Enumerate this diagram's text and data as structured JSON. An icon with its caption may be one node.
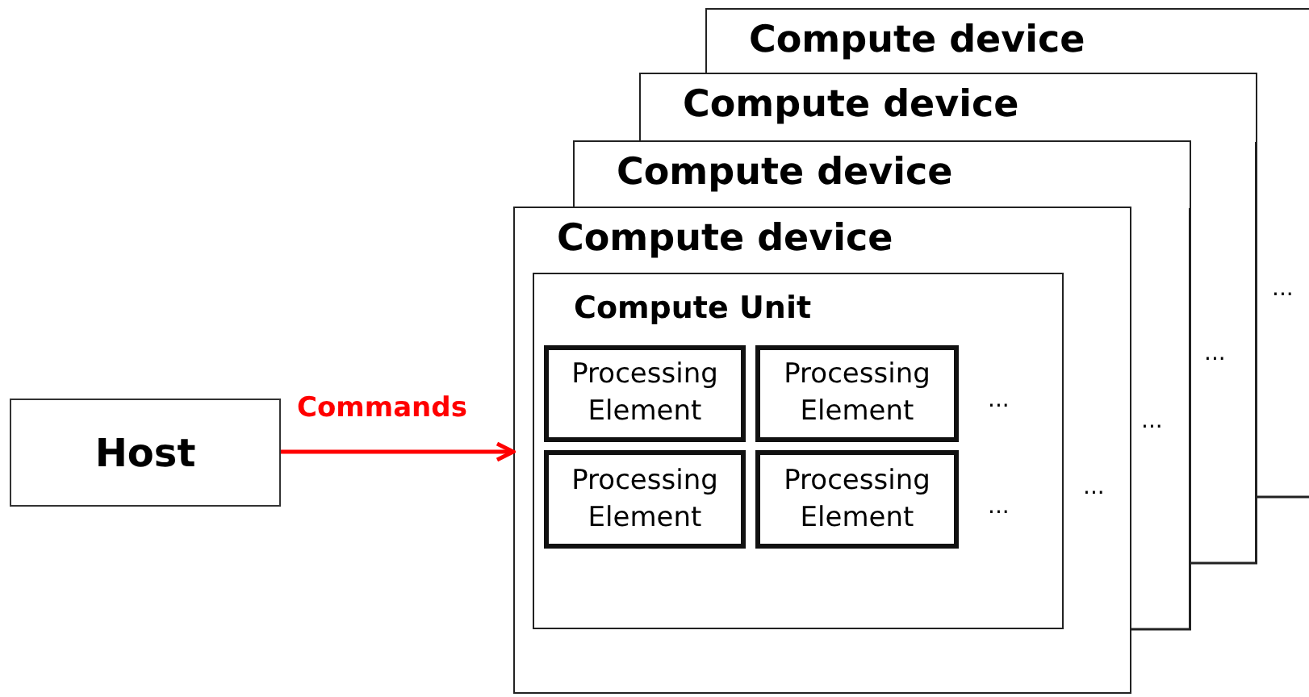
{
  "diagram": {
    "nodes": [
      {
        "text": [
          "Host"
        ]
      },
      {
        "text": [
          "Compute device"
        ]
      },
      {
        "text": [
          "Compute device"
        ]
      },
      {
        "text": [
          "Compute device"
        ]
      },
      {
        "text": [
          "Compute device"
        ]
      },
      {
        "text": [
          "Compute Unit"
        ],
        "in": 4
      },
      {
        "text": [
          "Processing Element"
        ],
        "in": 5
      },
      {
        "text": [
          "Processing Element"
        ],
        "in": 5
      },
      {
        "text": [
          "Processing Element"
        ],
        "in": 5
      },
      {
        "text": [
          "Processing Element"
        ],
        "in": 5
      }
    ],
    "edges": [
      {
        "from": 0,
        "to": 4,
        "arrow": "to",
        "label": "Commands",
        "color": "#ff0000"
      }
    ],
    "labels": [
      "...",
      "...",
      "...",
      "...",
      "...",
      "..."
    ]
  }
}
